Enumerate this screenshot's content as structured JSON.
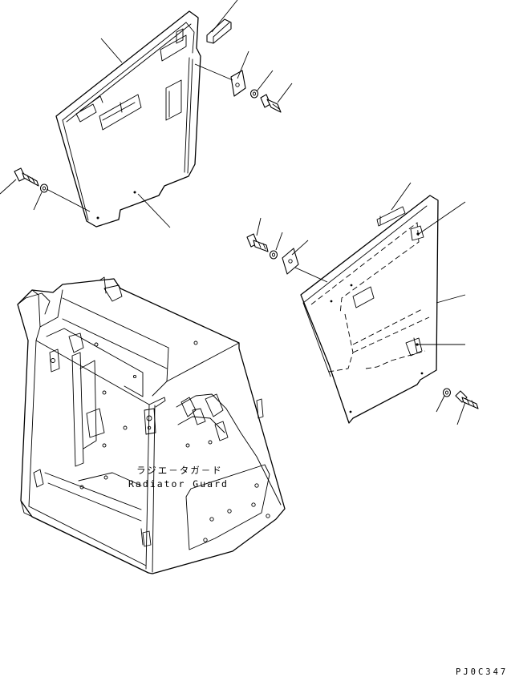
{
  "diagram": {
    "label_jp": "ラジエ－タガ－ド",
    "label_en": "Radiator Guard",
    "drawing_code": "PJ0C347"
  }
}
